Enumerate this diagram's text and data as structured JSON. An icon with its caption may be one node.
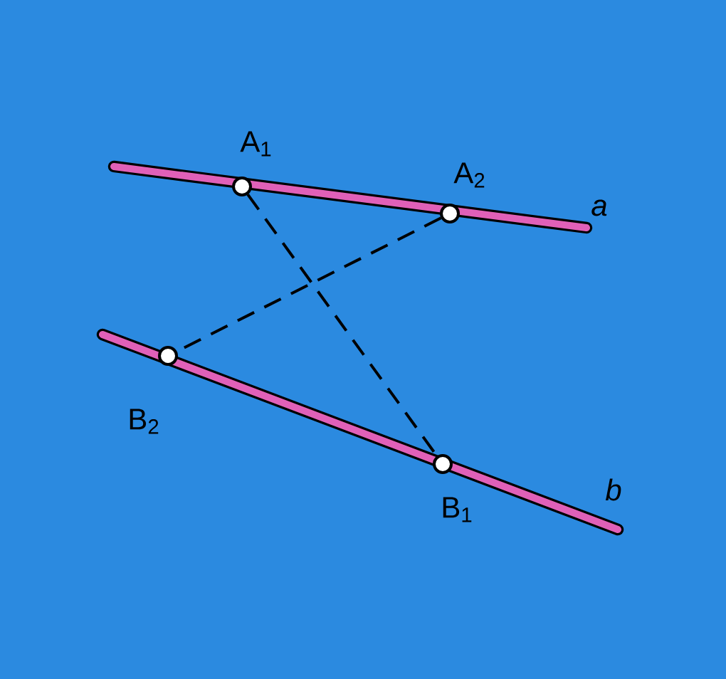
{
  "diagram": {
    "nodes": [
      {
        "text": [],
        "shape": "circle",
        "beside": [
          "A$_{1}$"
        ]
      },
      {
        "text": [],
        "shape": "circle",
        "beside": [
          "A$_{2}$"
        ]
      },
      {
        "text": [],
        "shape": "circle",
        "beside": [
          "B$_{2}$"
        ]
      },
      {
        "text": [],
        "shape": "circle",
        "beside": [
          "B$_{1}$"
        ]
      }
    ],
    "edges": [
      {
        "from": 0,
        "to": 3,
        "arrow": "none",
        "style": "dashed"
      },
      {
        "from": 1,
        "to": 2,
        "arrow": "none",
        "style": "dashed"
      }
    ],
    "labels": [
      "a",
      "b"
    ]
  }
}
